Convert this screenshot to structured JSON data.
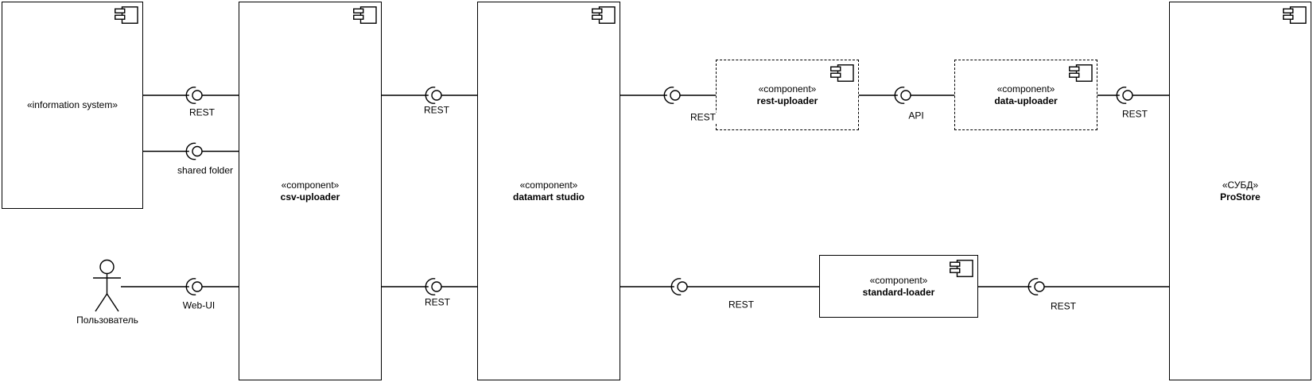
{
  "components": {
    "information_system": {
      "stereotype": "«information system»",
      "name": ""
    },
    "csv_uploader": {
      "stereotype": "«component»",
      "name": "csv-uploader"
    },
    "datamart_studio": {
      "stereotype": "«component»",
      "name": "datamart studio"
    },
    "rest_uploader": {
      "stereotype": "«component»",
      "name": "rest-uploader"
    },
    "data_uploader": {
      "stereotype": "«component»",
      "name": "data-uploader"
    },
    "standard_loader": {
      "stereotype": "«component»",
      "name": "standard-loader"
    },
    "prostore": {
      "stereotype": "«СУБД»",
      "name": "ProStore"
    }
  },
  "actor": {
    "label": "Пользователь"
  },
  "edge_labels": {
    "information_system_csv_rest": "REST",
    "information_system_csv_shared_folder": "shared folder",
    "user_csv_webui": "Web-UI",
    "csv_datamart_rest_top": "REST",
    "csv_datamart_rest_bottom": "REST",
    "datamart_rest_uploader_rest": "REST",
    "rest_uploader_data_uploader_api": "API",
    "data_uploader_prostore_rest": "REST",
    "datamart_standard_loader_rest": "REST",
    "standard_loader_prostore_rest": "REST"
  },
  "icons": {
    "component_icon": "uml-component-icon",
    "actor_icon": "stick-figure-actor-icon"
  },
  "colors": {
    "stroke": "#000000",
    "background": "#ffffff"
  }
}
